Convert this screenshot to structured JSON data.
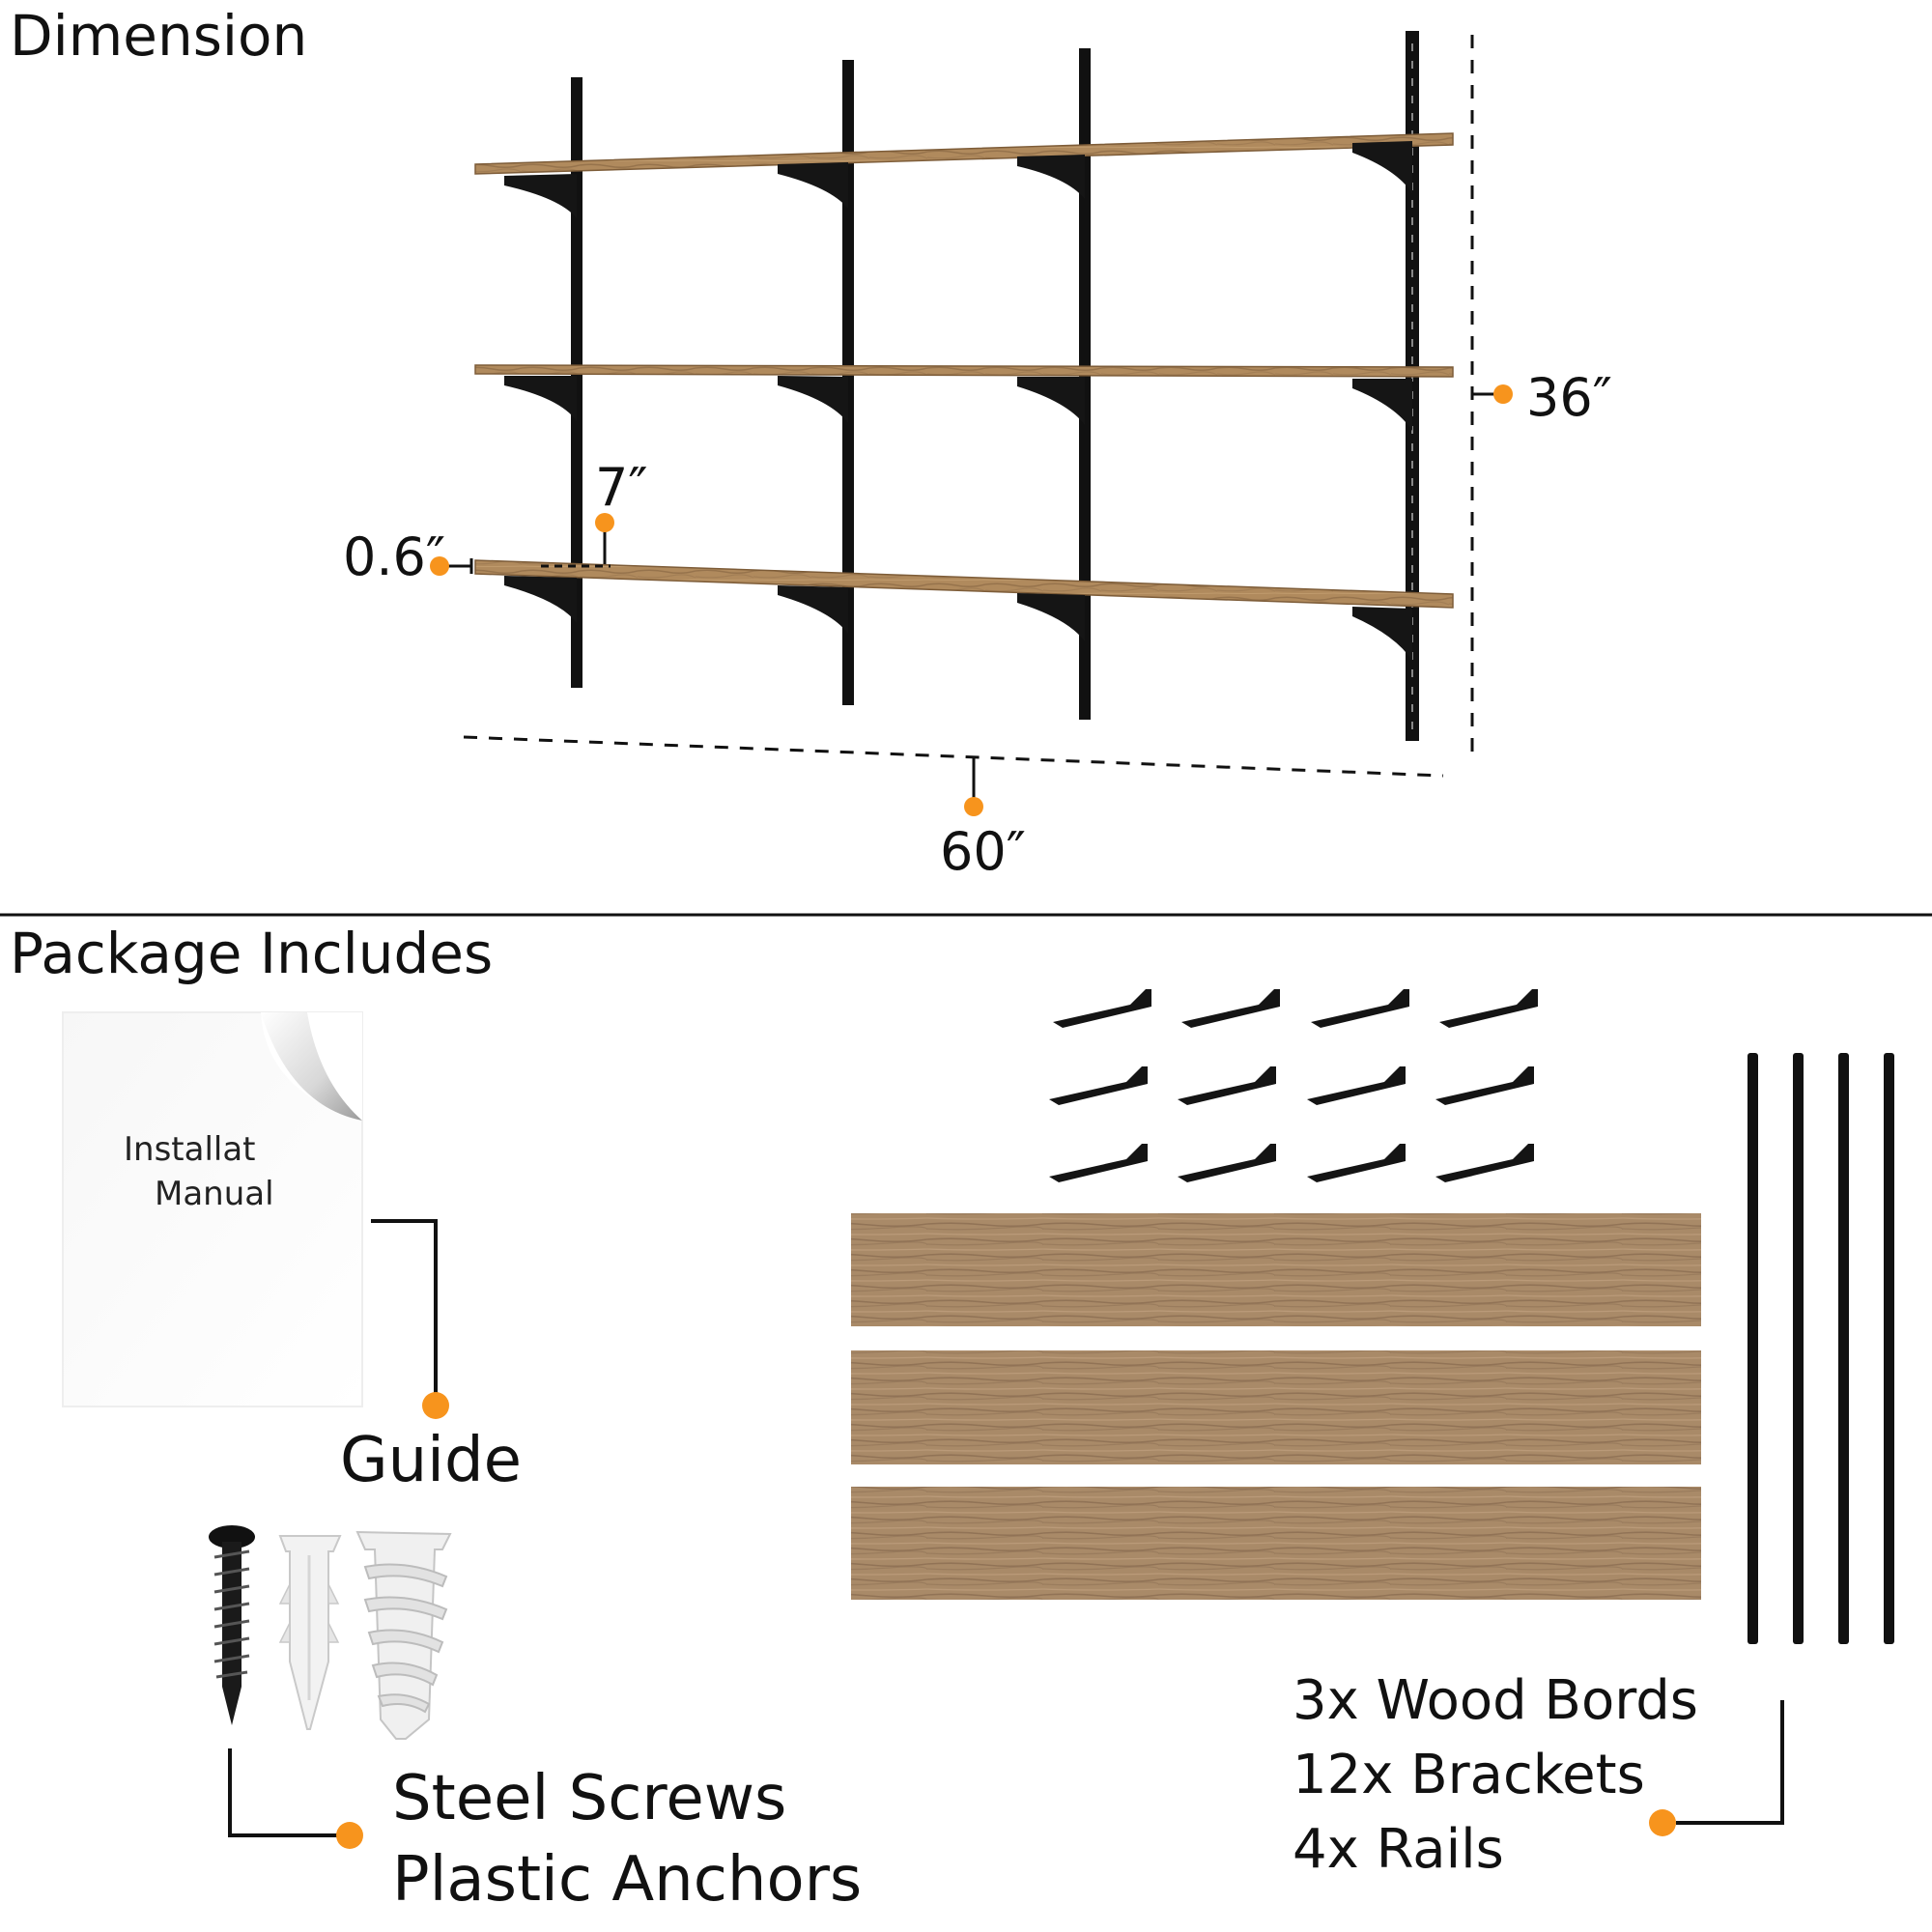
{
  "dimension_section": {
    "title": "Dimension",
    "labels": {
      "height": "36″",
      "depth": "7″",
      "thickness": "0.6″",
      "width": "60″"
    }
  },
  "package_section": {
    "title": "Package Includes",
    "manual": {
      "line1": "Installat",
      "line2": "Manual"
    },
    "guide_label": "Guide",
    "hardware_labels": {
      "line1": "Steel Screws",
      "line2": "Plastic Anchors"
    },
    "contents": {
      "line1": "3x Wood Bords",
      "line2": "12x Brackets",
      "line3": "4x Rails"
    }
  },
  "colors": {
    "accent_dot": "#f7941d",
    "wood": "#c49a63",
    "wood_dark": "#8a6a45",
    "metal": "#111111"
  }
}
